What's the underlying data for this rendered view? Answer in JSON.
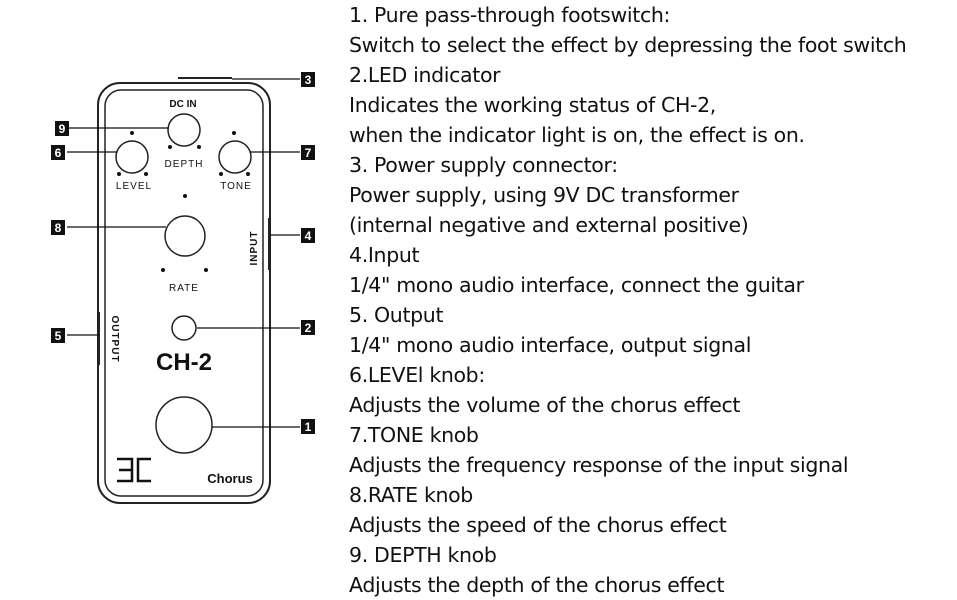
{
  "pedal": {
    "model": "CH-2",
    "brand_mark": "3C",
    "name": "Chorus",
    "labels": {
      "dc_in": "DC IN",
      "depth": "DEPTH",
      "level": "LEVEL",
      "tone": "TONE",
      "rate": "RATE",
      "input": "INPUT",
      "output": "OUTPUT"
    },
    "callouts": [
      "1",
      "2",
      "3",
      "4",
      "5",
      "6",
      "7",
      "8",
      "9"
    ]
  },
  "descriptions": [
    "1. Pure pass-through footswitch:",
    "Switch to select the effect by depressing the foot switch",
    "2.LED indicator",
    "Indicates the working status of CH-2,",
    "when the indicator light is on, the effect is on.",
    "3. Power supply connector:",
    "Power supply, using 9V DC transformer",
    "(internal negative and external positive)",
    "4.Input",
    "1/4\" mono audio interface, connect the guitar",
    "5. Output",
    "1/4\" mono audio interface, output signal",
    "6.LEVEl knob:",
    "Adjusts the volume of the chorus effect",
    "7.TONE knob",
    "Adjusts the frequency response of the input signal",
    "8.RATE knob",
    "Adjusts the speed of the chorus effect",
    "9. DEPTH knob",
    "Adjusts the depth of the chorus effect"
  ]
}
